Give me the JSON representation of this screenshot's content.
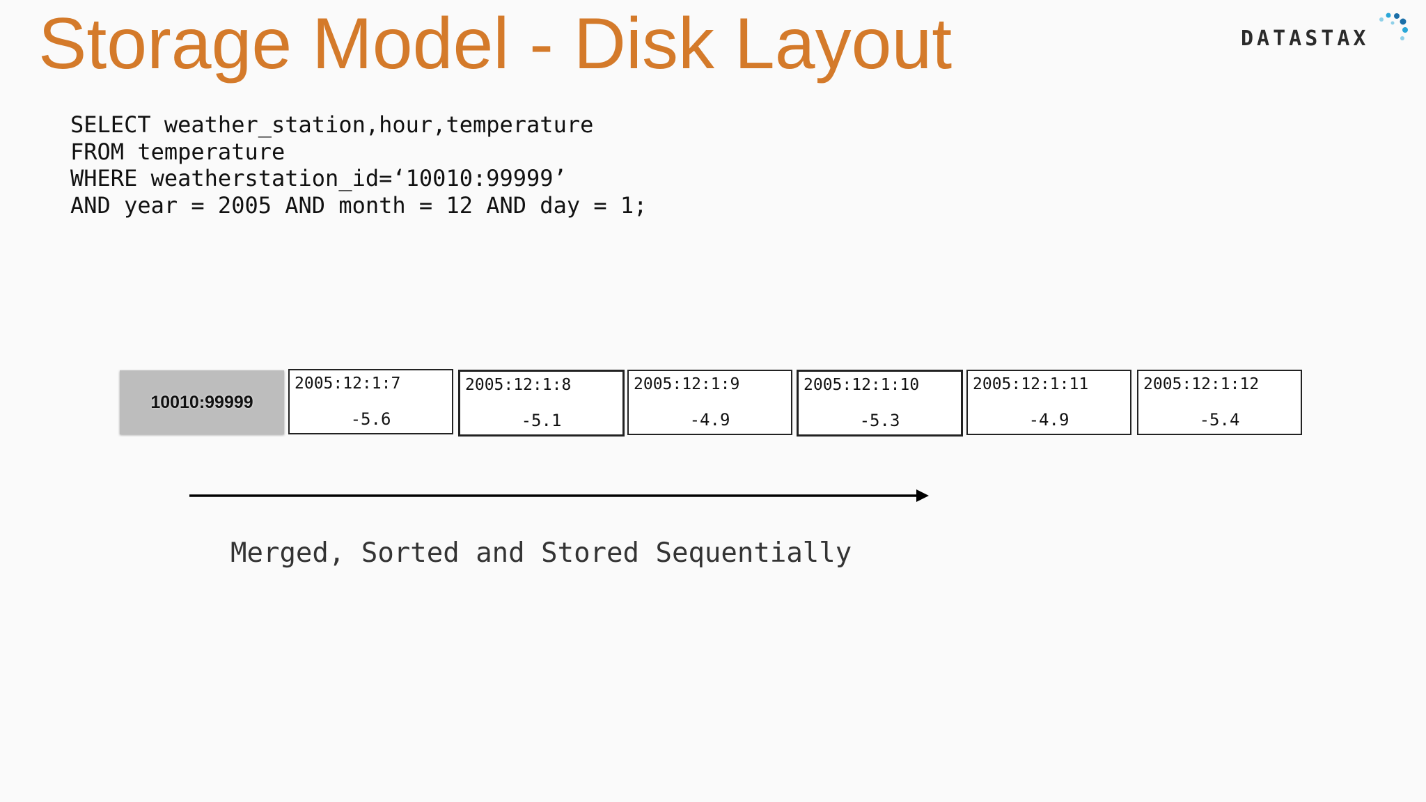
{
  "slide": {
    "title": "Storage Model - Disk Layout",
    "logo_text": "DATASTAX",
    "accent_color": "#d47a2a"
  },
  "query": {
    "lines": [
      "SELECT weather_station,hour,temperature",
      "FROM temperature",
      "WHERE weatherstation_id=‘10010:99999’",
      "AND year = 2005 AND month = 12 AND day = 1;"
    ]
  },
  "disk_row": {
    "partition_key": "10010:99999",
    "cells": [
      {
        "key": "2005:12:1:7",
        "value": "-5.6"
      },
      {
        "key": "2005:12:1:8",
        "value": "-5.1"
      },
      {
        "key": "2005:12:1:9",
        "value": "-4.9"
      },
      {
        "key": "2005:12:1:10",
        "value": "-5.3"
      },
      {
        "key": "2005:12:1:11",
        "value": "-4.9"
      },
      {
        "key": "2005:12:1:12",
        "value": "-5.4"
      }
    ]
  },
  "caption": "Merged, Sorted and Stored Sequentially"
}
